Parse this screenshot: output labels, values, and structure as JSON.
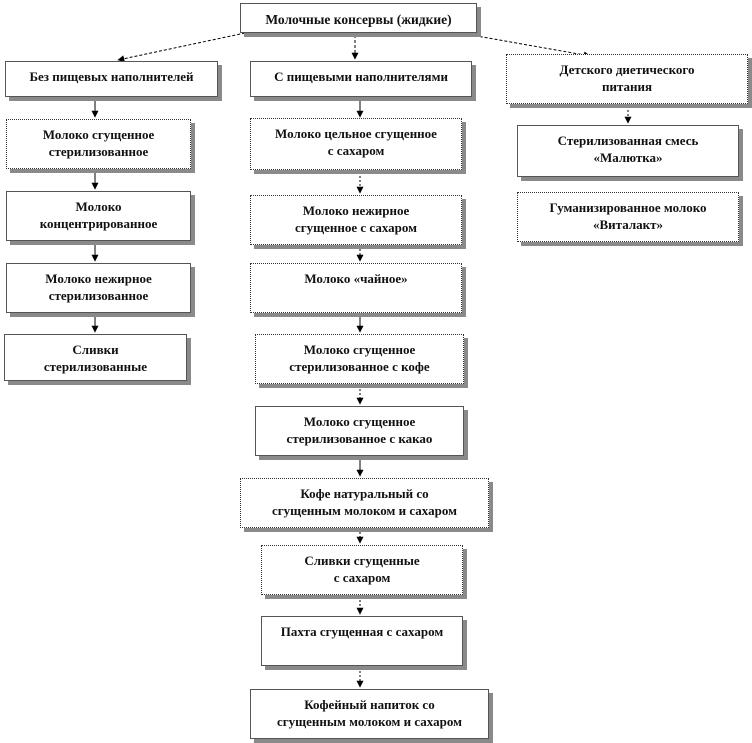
{
  "root": {
    "label": "Молочные консервы (жидкие)"
  },
  "categories": [
    {
      "label": "Без пищевых наполнителей"
    },
    {
      "label": "С пищевыми наполнителями"
    },
    {
      "label": "Детского диетического\nпитания"
    }
  ],
  "col1": [
    {
      "label": "Молоко сгущенное\nстерилизованное"
    },
    {
      "label": "Молоко\nконцентрированное"
    },
    {
      "label": "Молоко нежирное\nстерилизованное"
    },
    {
      "label": "Сливки\nстерилизованные"
    }
  ],
  "col2": [
    {
      "label": "Молоко цельное сгущенное\nс сахаром"
    },
    {
      "label": "Молоко нежирное\nсгущенное  с сахаром"
    },
    {
      "label": "Молоко «чайное»"
    },
    {
      "label": "Молоко сгущенное\nстерилизованное с кофе"
    },
    {
      "label": "Молоко сгущенное\nстерилизованное с какао"
    },
    {
      "label": "Кофе натуральный со\nсгущенным молоком и сахаром"
    },
    {
      "label": "Сливки сгущенные\nс сахаром"
    },
    {
      "label": "Пахта сгущенная  с сахаром"
    },
    {
      "label": "Кофейный напиток со\nсгущенным молоком и сахаром"
    }
  ],
  "col3": [
    {
      "label": "Стерилизованная смесь\n«Малютка»"
    },
    {
      "label": "Гуманизированное молоко\n«Виталакт»"
    }
  ]
}
